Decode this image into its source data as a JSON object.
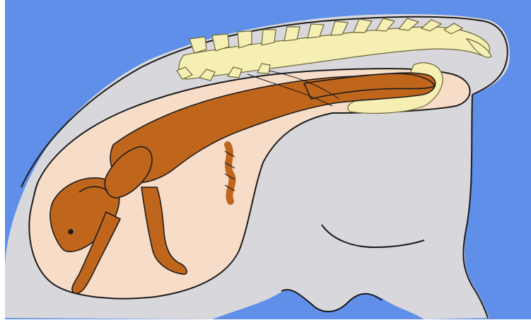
{
  "diagram": {
    "colors": {
      "background": "#5f8fe8",
      "body": "#d8d8dc",
      "uterus": "#f7dcc8",
      "foal": "#c0661c",
      "spine": "#f6efb4",
      "outline": "#1b1b1b",
      "frame": "#ffffff"
    },
    "parts": [
      {
        "id": "mare-body",
        "icon": "mare-silhouette-icon"
      },
      {
        "id": "spine",
        "icon": "vertebrae-icon"
      },
      {
        "id": "uterus",
        "icon": "uterus-icon"
      },
      {
        "id": "foal",
        "icon": "foal-icon"
      },
      {
        "id": "umbilical-cord",
        "icon": "cord-icon"
      },
      {
        "id": "pelvis",
        "icon": "pelvis-icon"
      }
    ]
  }
}
